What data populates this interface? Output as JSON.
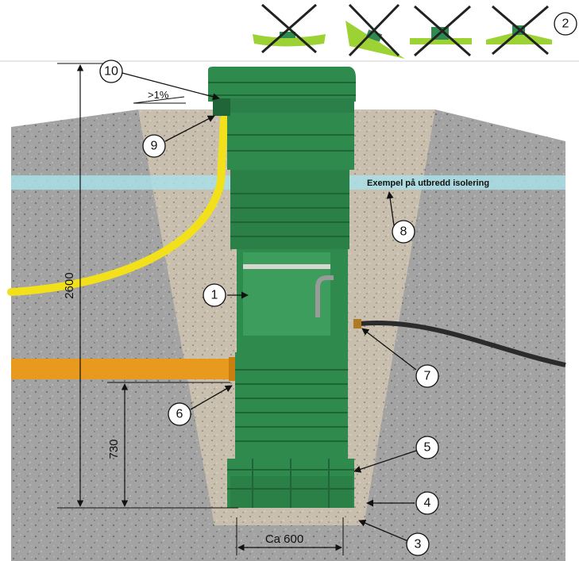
{
  "callouts": [
    {
      "id": "1",
      "label": "1"
    },
    {
      "id": "2",
      "label": "2"
    },
    {
      "id": "3",
      "label": "3"
    },
    {
      "id": "4",
      "label": "4"
    },
    {
      "id": "5",
      "label": "5"
    },
    {
      "id": "6",
      "label": "6"
    },
    {
      "id": "7",
      "label": "7"
    },
    {
      "id": "8",
      "label": "8"
    },
    {
      "id": "9",
      "label": "9"
    },
    {
      "id": "10",
      "label": "10"
    }
  ],
  "dimensions": {
    "total_depth": "2600",
    "pipe_height": "730",
    "bottom_width": "Ca 600",
    "slope": ">1%"
  },
  "annotations": {
    "insulation": "Exempel på utbredd isolering"
  },
  "colors": {
    "well_green": "#2f8a4e",
    "backfill": "#c9bfae",
    "soil": "#a3a3a3",
    "cable": "#f2e11a",
    "pipe": "#e89a1e",
    "insulation": "#a9dfe8",
    "wrong_base": "#9dd234"
  },
  "icons": [
    "wrong-install-cross-icon",
    "wrong-install-cross-icon",
    "wrong-install-cross-icon",
    "wrong-install-cross-icon"
  ]
}
